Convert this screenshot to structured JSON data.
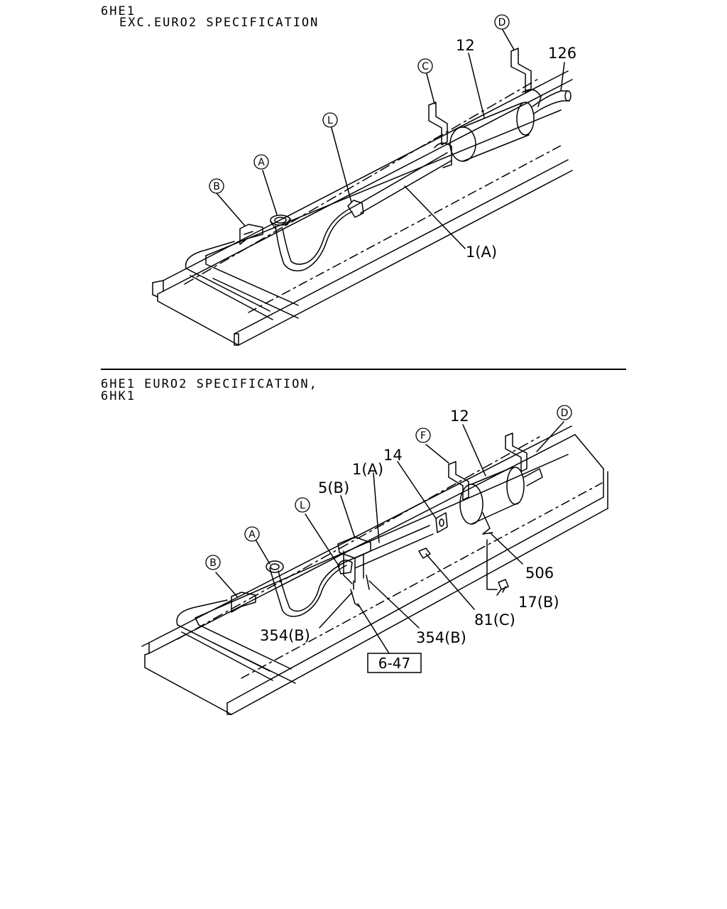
{
  "header_top": {
    "line1": "6HE1",
    "line2": "EXC.EURO2 SPECIFICATION"
  },
  "header_bottom": {
    "line1": "6HE1 EURO2 SPECIFICATION,",
    "line2": "6HK1"
  },
  "top_diagram": {
    "callouts": [
      "A",
      "B",
      "C",
      "D",
      "L"
    ],
    "labels": {
      "muffler": "12",
      "tail_pipe": "126",
      "front_pipe": "1(A)"
    }
  },
  "bottom_diagram": {
    "callouts": [
      "A",
      "B",
      "D",
      "F",
      "L"
    ],
    "labels": {
      "muffler": "12",
      "gasket": "14",
      "front_pipe": "1(A)",
      "bracket": "5(B)",
      "clip": "506",
      "bolt": "17(B)",
      "nut": "81(C)",
      "u_bolt_left": "354(B)",
      "u_bolt_right": "354(B)",
      "page_reference": "6-47"
    }
  }
}
